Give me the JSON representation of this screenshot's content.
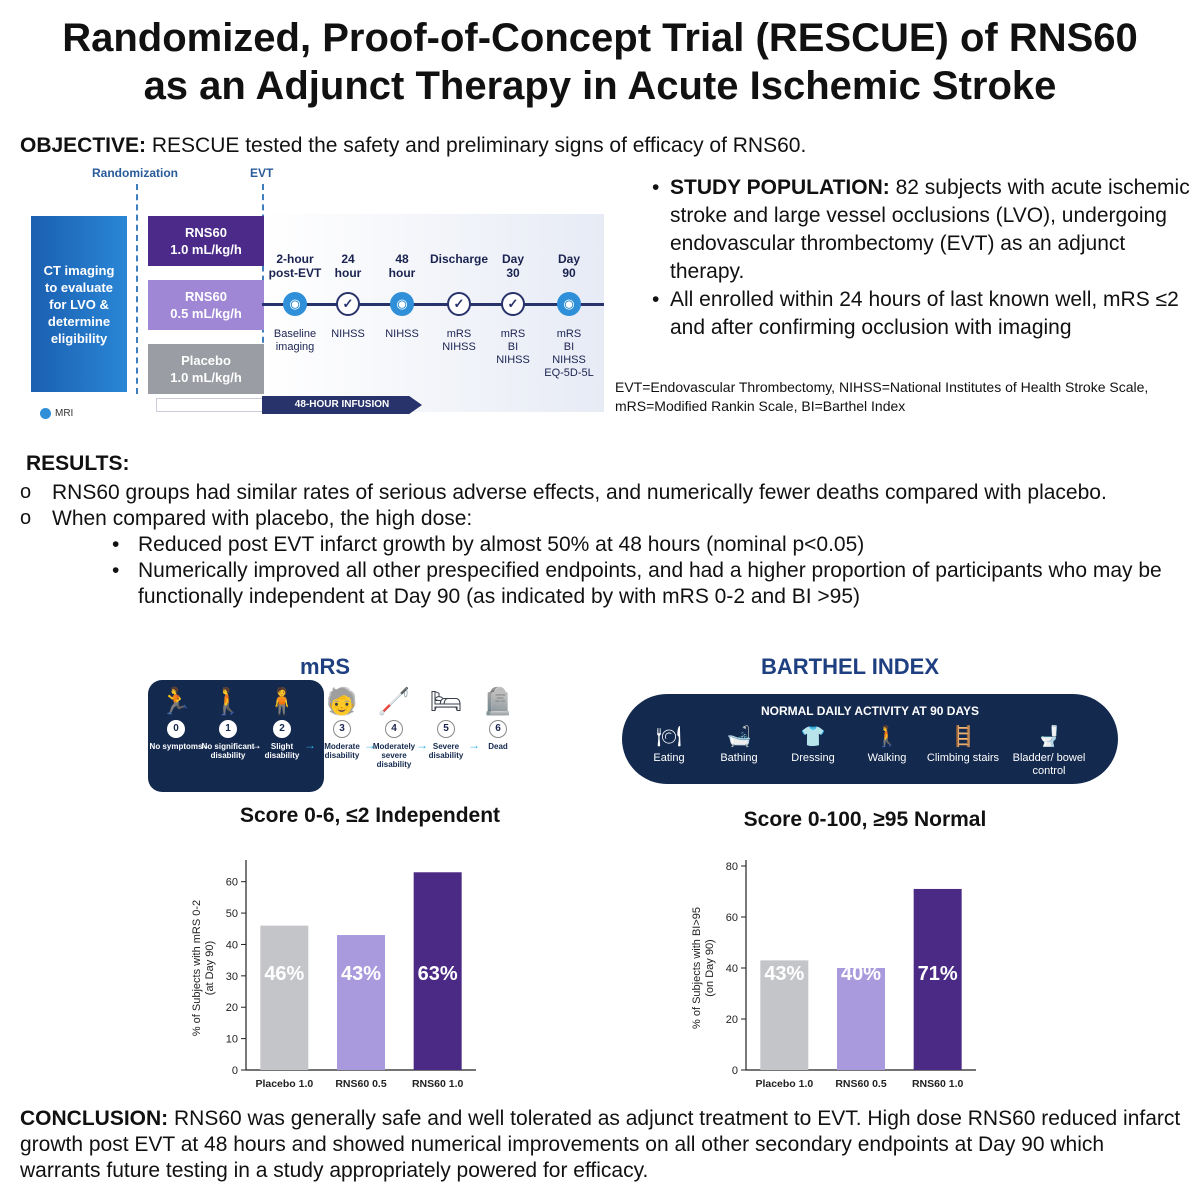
{
  "title_line1": "Randomized, Proof-of-Concept Trial (RESCUE) of RNS60",
  "title_line2": "as an Adjunct Therapy in Acute Ischemic Stroke",
  "objective": {
    "label": "OBJECTIVE:",
    "text": " RESCUE tested the safety and preliminary signs of efficacy of RNS60."
  },
  "diagram": {
    "randomization_label": "Randomization",
    "evt_label": "EVT",
    "ct_box": "CT imaging to evaluate for LVO & determine eligibility",
    "arms": [
      {
        "name": "RNS60",
        "dose": "1.0 mL/kg/h",
        "color": "#4b2a8a"
      },
      {
        "name": "RNS60",
        "dose": "0.5 mL/kg/h",
        "color": "#9f87d6"
      },
      {
        "name": "Placebo",
        "dose": "1.0 mL/kg/h",
        "color": "#9a9da3"
      }
    ],
    "timepoints": [
      {
        "head1": "2-hour",
        "head2": "post-EVT",
        "icon": "brain-icon",
        "sub": [
          "Baseline",
          "imaging"
        ]
      },
      {
        "head1": "24",
        "head2": "hour",
        "icon": "check-icon",
        "sub": [
          "NIHSS"
        ]
      },
      {
        "head1": "48",
        "head2": "hour",
        "icon": "brain-icon",
        "sub": [
          "NIHSS"
        ]
      },
      {
        "head1": "",
        "head2": "Discharge",
        "icon": "check-icon",
        "sub": [
          "mRS",
          "NIHSS"
        ]
      },
      {
        "head1": "Day",
        "head2": "30",
        "icon": "check-icon",
        "sub": [
          "mRS",
          "BI",
          "NIHSS"
        ]
      },
      {
        "head1": "Day",
        "head2": "90",
        "icon": "brain-icon",
        "sub": [
          "mRS",
          "BI",
          "NIHSS",
          "EQ-5D-5L"
        ]
      }
    ],
    "infusion_label": "48-HOUR INFUSION",
    "mri_legend": "MRI",
    "brain_glyph": "◉",
    "check_glyph": "✓"
  },
  "population": {
    "bullet1_label": "STUDY POPULATION:",
    "bullet1_text": " 82 subjects with acute ischemic stroke and large vessel occlusions (LVO), undergoing endovascular thrombectomy (EVT) as an adjunct therapy.",
    "bullet2_text": "All enrolled within 24 hours of last known well, mRS ≤2 and after confirming occlusion with imaging"
  },
  "abbreviations": "EVT=Endovascular Thrombectomy, NIHSS=National Institutes of Health Stroke Scale, mRS=Modified Rankin Scale, BI=Barthel Index",
  "results": {
    "title": "RESULTS:",
    "item1": "RNS60 groups had similar rates of serious adverse effects, and numerically fewer deaths compared with placebo.",
    "item2": "When compared with placebo, the high dose:",
    "sub1": "Reduced post EVT infarct growth by almost 50% at 48 hours (nominal p<0.05)",
    "sub2": "Numerically improved all other prespecified endpoints, and had a higher proportion of participants who may be functionally independent at Day 90 (as indicated by with mRS 0-2 and BI >95)"
  },
  "mrs_section": {
    "title": "mRS",
    "scale": [
      {
        "num": "0",
        "label": "No symptoms",
        "figure": "🏃"
      },
      {
        "num": "1",
        "label": "No significant disability",
        "figure": "🚶"
      },
      {
        "num": "2",
        "label": "Slight disability",
        "figure": "🧍"
      },
      {
        "num": "3",
        "label": "Moderate disability",
        "figure": "🧓"
      },
      {
        "num": "4",
        "label": "Moderately severe disability",
        "figure": "🦯"
      },
      {
        "num": "5",
        "label": "Severe disability",
        "figure": "🛏"
      },
      {
        "num": "6",
        "label": "Dead",
        "figure": "🪦"
      }
    ],
    "arrow_glyph": "→",
    "score_title": "Score 0-6, ≤2 Independent"
  },
  "bi_section": {
    "title": "BARTHEL INDEX",
    "panel_head": "NORMAL DAILY ACTIVITY AT 90 DAYS",
    "activities": [
      {
        "label": "Eating",
        "icon": "eating-icon",
        "glyph": "🍽"
      },
      {
        "label": "Bathing",
        "icon": "bathing-icon",
        "glyph": "🛁"
      },
      {
        "label": "Dressing",
        "icon": "dressing-icon",
        "glyph": "👕"
      },
      {
        "label": "Walking",
        "icon": "walking-icon",
        "glyph": "🚶"
      },
      {
        "label": "Climbing stairs",
        "icon": "stairs-icon",
        "glyph": "🪜"
      },
      {
        "label": "Bladder/ bowel control",
        "icon": "toilet-icon",
        "glyph": "🚽"
      }
    ],
    "score_title": "Score 0-100, ≥95 Normal"
  },
  "chart_data": [
    {
      "type": "bar",
      "categories": [
        "Placebo 1.0",
        "RNS60 0.5",
        "RNS60 1.0"
      ],
      "values": [
        46,
        43,
        63
      ],
      "data_labels": [
        "46%",
        "43%",
        "63%"
      ],
      "colors": [
        "#c4c5c9",
        "#a99ade",
        "#4a2a85"
      ],
      "ylabel": "% of Subjects with mRS 0-2 (at Day 90)",
      "ylabel_lines": [
        "% of Subjects with mRS 0-2",
        "(at Day 90)"
      ],
      "ylim": [
        0,
        65
      ],
      "yticks": [
        0,
        10,
        20,
        30,
        40,
        50,
        60
      ]
    },
    {
      "type": "bar",
      "categories": [
        "Placebo 1.0",
        "RNS60 0.5",
        "RNS60 1.0"
      ],
      "values": [
        43,
        40,
        71
      ],
      "data_labels": [
        "43%",
        "40%",
        "71%"
      ],
      "colors": [
        "#c4c5c9",
        "#a99ade",
        "#4a2a85"
      ],
      "ylabel": "% of Subjects with BI>95 (on Day 90)",
      "ylabel_lines": [
        "% of Subjects with BI>95",
        "(on Day 90)"
      ],
      "ylim": [
        0,
        80
      ],
      "yticks": [
        0,
        20,
        40,
        60,
        80
      ]
    }
  ],
  "conclusion": {
    "label": "CONCLUSION:",
    "text": " RNS60 was generally safe and well tolerated as adjunct treatment to EVT. High dose RNS60 reduced infarct growth post EVT at 48 hours and showed numerical improvements on all other secondary endpoints at Day 90 which warrants future testing in a study appropriately powered for efficacy."
  }
}
